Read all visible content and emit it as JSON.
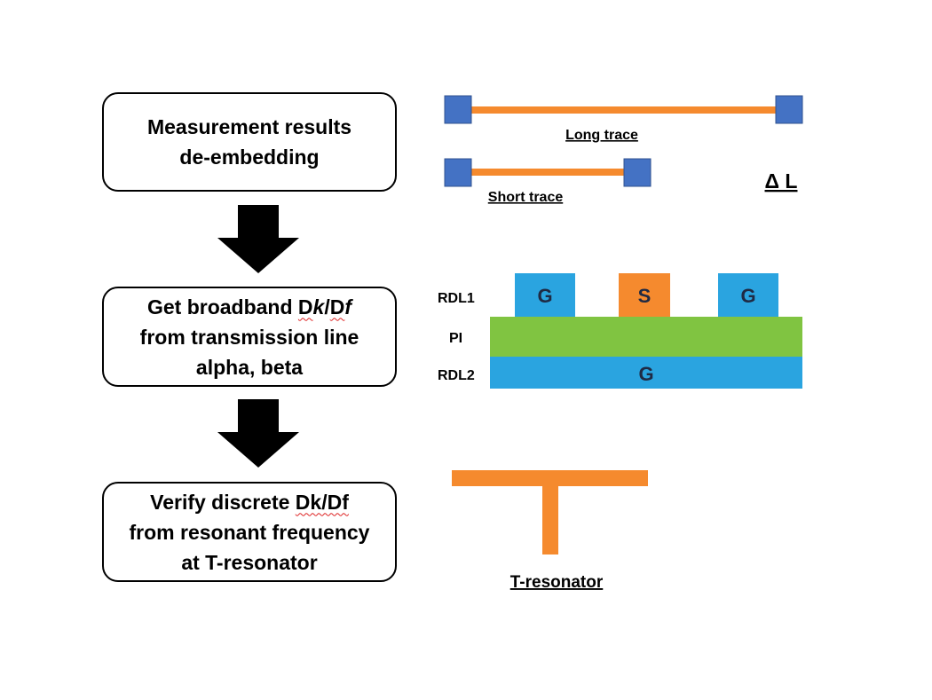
{
  "steps": [
    {
      "lines": [
        "Measurement results",
        "de-embedding"
      ]
    },
    {
      "line1_prefix": "Get broadband ",
      "dk_d": "D",
      "dk_k": "k",
      "slash": "/",
      "df_d": "D",
      "df_f": "f",
      "lines_rest": [
        "from transmission line",
        "alpha, beta"
      ]
    },
    {
      "line1_prefix": "Verify discrete ",
      "line1_term": "Dk/Df",
      "lines_rest": [
        "from resonant frequency",
        "at T-resonator"
      ]
    }
  ],
  "traces": {
    "long_label": "Long trace",
    "short_label": "Short trace",
    "delta_label": "Δ L"
  },
  "stackup": {
    "rdl1_label": "RDL1",
    "pi_label": "PI",
    "rdl2_label": "RDL2",
    "pad_left": "G",
    "pad_center": "S",
    "pad_right": "G",
    "rdl2_text": "G"
  },
  "t_resonator": {
    "label": "T-resonator"
  },
  "colors": {
    "trace_orange": "#f58a2e",
    "pad_blue": "#4472c4",
    "ground_blue": "#2aa4e0",
    "pi_green": "#80c441",
    "arrow_black": "#000000"
  }
}
